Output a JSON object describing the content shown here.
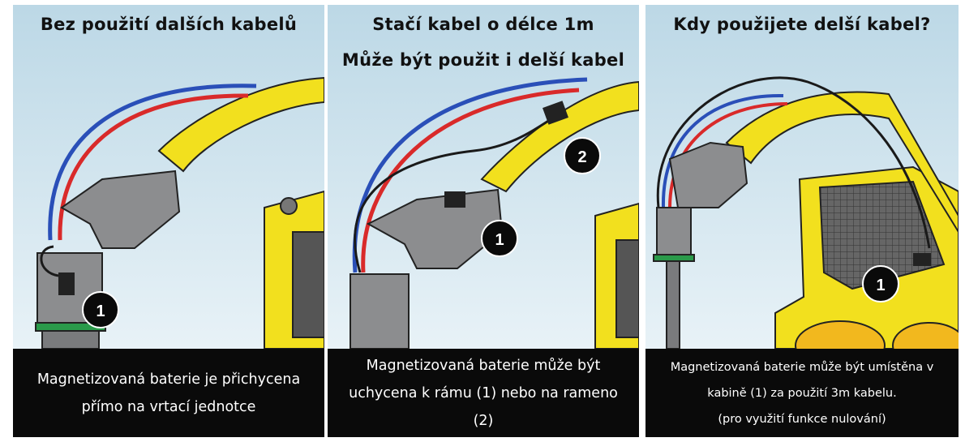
{
  "panels": [
    {
      "title": "Bez použití dalších kabelů",
      "callouts": [
        "1"
      ],
      "caption": [
        "Magnetizovaná baterie je přichycena",
        "přímo na vrtací jednotce"
      ]
    },
    {
      "title_line1": "Stačí kabel o délce 1m",
      "title_line2": "Může být použit i delší kabel",
      "callouts": [
        "1",
        "2"
      ],
      "caption": [
        "Magnetizovaná baterie může být",
        "uchycena k rámu (1) nebo na rameno",
        "(2)"
      ]
    },
    {
      "title": "Kdy použijete delší kabel?",
      "callouts": [
        "1"
      ],
      "caption": [
        "Magnetizovaná baterie může být umístěna v",
        "kabině (1) za použití 3m kabelu.",
        "(pro využití funkce nulování)"
      ]
    }
  ],
  "colors": {
    "sky_top": "#bcd8e6",
    "sky_bottom": "#e8f2f7",
    "boom": "#f2e01e",
    "frame": "#8c8d8f",
    "hose_blue": "#2a4fb8",
    "hose_red": "#d92a2a",
    "cable": "#1a1a1a",
    "caption_bg": "#0a0a0a"
  }
}
